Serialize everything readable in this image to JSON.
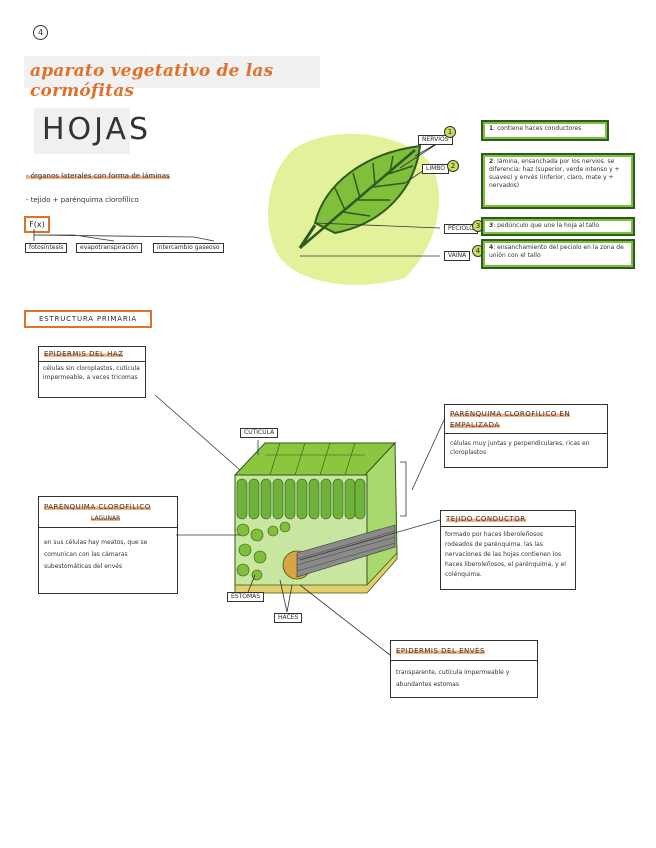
{
  "page_number": "4",
  "title": "aparato vegetativo de las cormófitas",
  "hojas_heading": "HOJAS",
  "bullets": [
    "- órganos laterales con forma de láminas",
    "- tejido + parénquima clorofílico"
  ],
  "fx_label": "F(x)",
  "fx_boxes": [
    "fotosíntesis",
    "evapotranspiración",
    "intercambio gaseoso"
  ],
  "leaf_labels": {
    "nervios": "NERVIOS",
    "limbo": "LIMBO",
    "peciolo": "PECIOLO",
    "vaina": "VAINA"
  },
  "leaf_notes": [
    {
      "num": "1",
      "text": "contiene haces conductores"
    },
    {
      "num": "2",
      "text": "lámina, ensanchada por los nervios. se diferencia: haz (superior, verde intenso y + suaves) y envés (inferior, claro, mate y + nervados)"
    },
    {
      "num": "3",
      "text": "pedúnculo que une la hoja al tallo"
    },
    {
      "num": "4",
      "text": "ensanchamiento del peciolo en la zona de unión con el tallo"
    }
  ],
  "estructura_heading": "ESTRUCTURA PRIMARIA",
  "diagram_labels": {
    "cuticula": "CUTÍCULA",
    "estomas": "ESTOMAS",
    "haces": "HACES"
  },
  "callouts": {
    "epidermis_haz": {
      "title": "EPIDERMIS DEL HAZ",
      "body": "células sin cloroplastos, cutícula impermeable, a veces tricomas"
    },
    "parenquima_empalizada": {
      "title": "PARÉNQUIMA CLOROFÍLICO EN EMPALIZADA",
      "body": "células muy juntas y perpendiculares, ricas en cloroplastos"
    },
    "parenquima_lagunar": {
      "title": "PARÉNQUIMA CLOROFÍLICO",
      "subtitle": "LAGUNAR",
      "body": "en sus células hay meatos, que se comunican con las cámaras subestomáticas del envés"
    },
    "tejido_conductor": {
      "title": "TEJIDO CONDUCTOR",
      "body": "formado por haces liberoleñosos rodeados de parénquima. las las nervaciones de las hojas contienen los haces liberoleñosos, el parénquima, y el colénquima."
    },
    "epidermis_enves": {
      "title": "EPIDERMIS DEL ENVÉS",
      "body": "transparente, cutícula impermeable y abundantes estomas"
    }
  },
  "colors": {
    "accent_orange": "#e0702a",
    "highlight_orange": "#f4b183",
    "leaf_green": "#5a9e2f",
    "pale_green": "#e3f29a",
    "dark_green": "#2d5a1e"
  }
}
